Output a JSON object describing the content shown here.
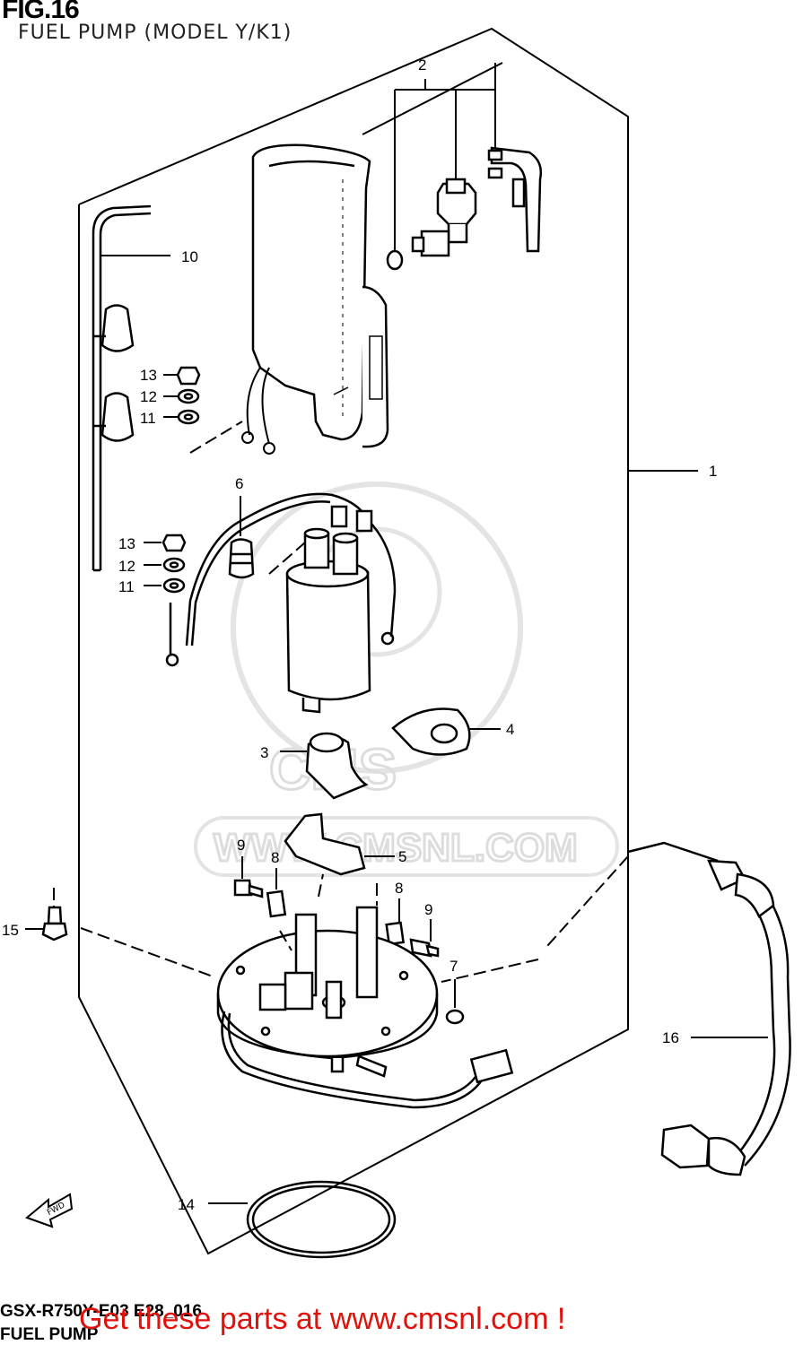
{
  "header": {
    "fig": "FIG.16",
    "subtitle": "FUEL PUMP (MODEL Y/K1)"
  },
  "callouts": {
    "c1": "1",
    "c2": "2",
    "c3": "3",
    "c4": "4",
    "c5": "5",
    "c6": "6",
    "c7": "7",
    "c8a": "8",
    "c8b": "8",
    "c9a": "9",
    "c9b": "9",
    "c10": "10",
    "c11a": "11",
    "c11b": "11",
    "c12a": "12",
    "c12b": "12",
    "c13a": "13",
    "c13b": "13",
    "c14": "14",
    "c15": "15",
    "c16": "16"
  },
  "watermark": {
    "logo_text": "CMS",
    "url_text": "WWW.CMSNL.COM"
  },
  "fwd_label": "FWD",
  "footer": {
    "code": "GSX-R750Y-E03 E28_016",
    "name": "FUEL PUMP",
    "promo": "Get these parts at www.cmsnl.com !"
  }
}
